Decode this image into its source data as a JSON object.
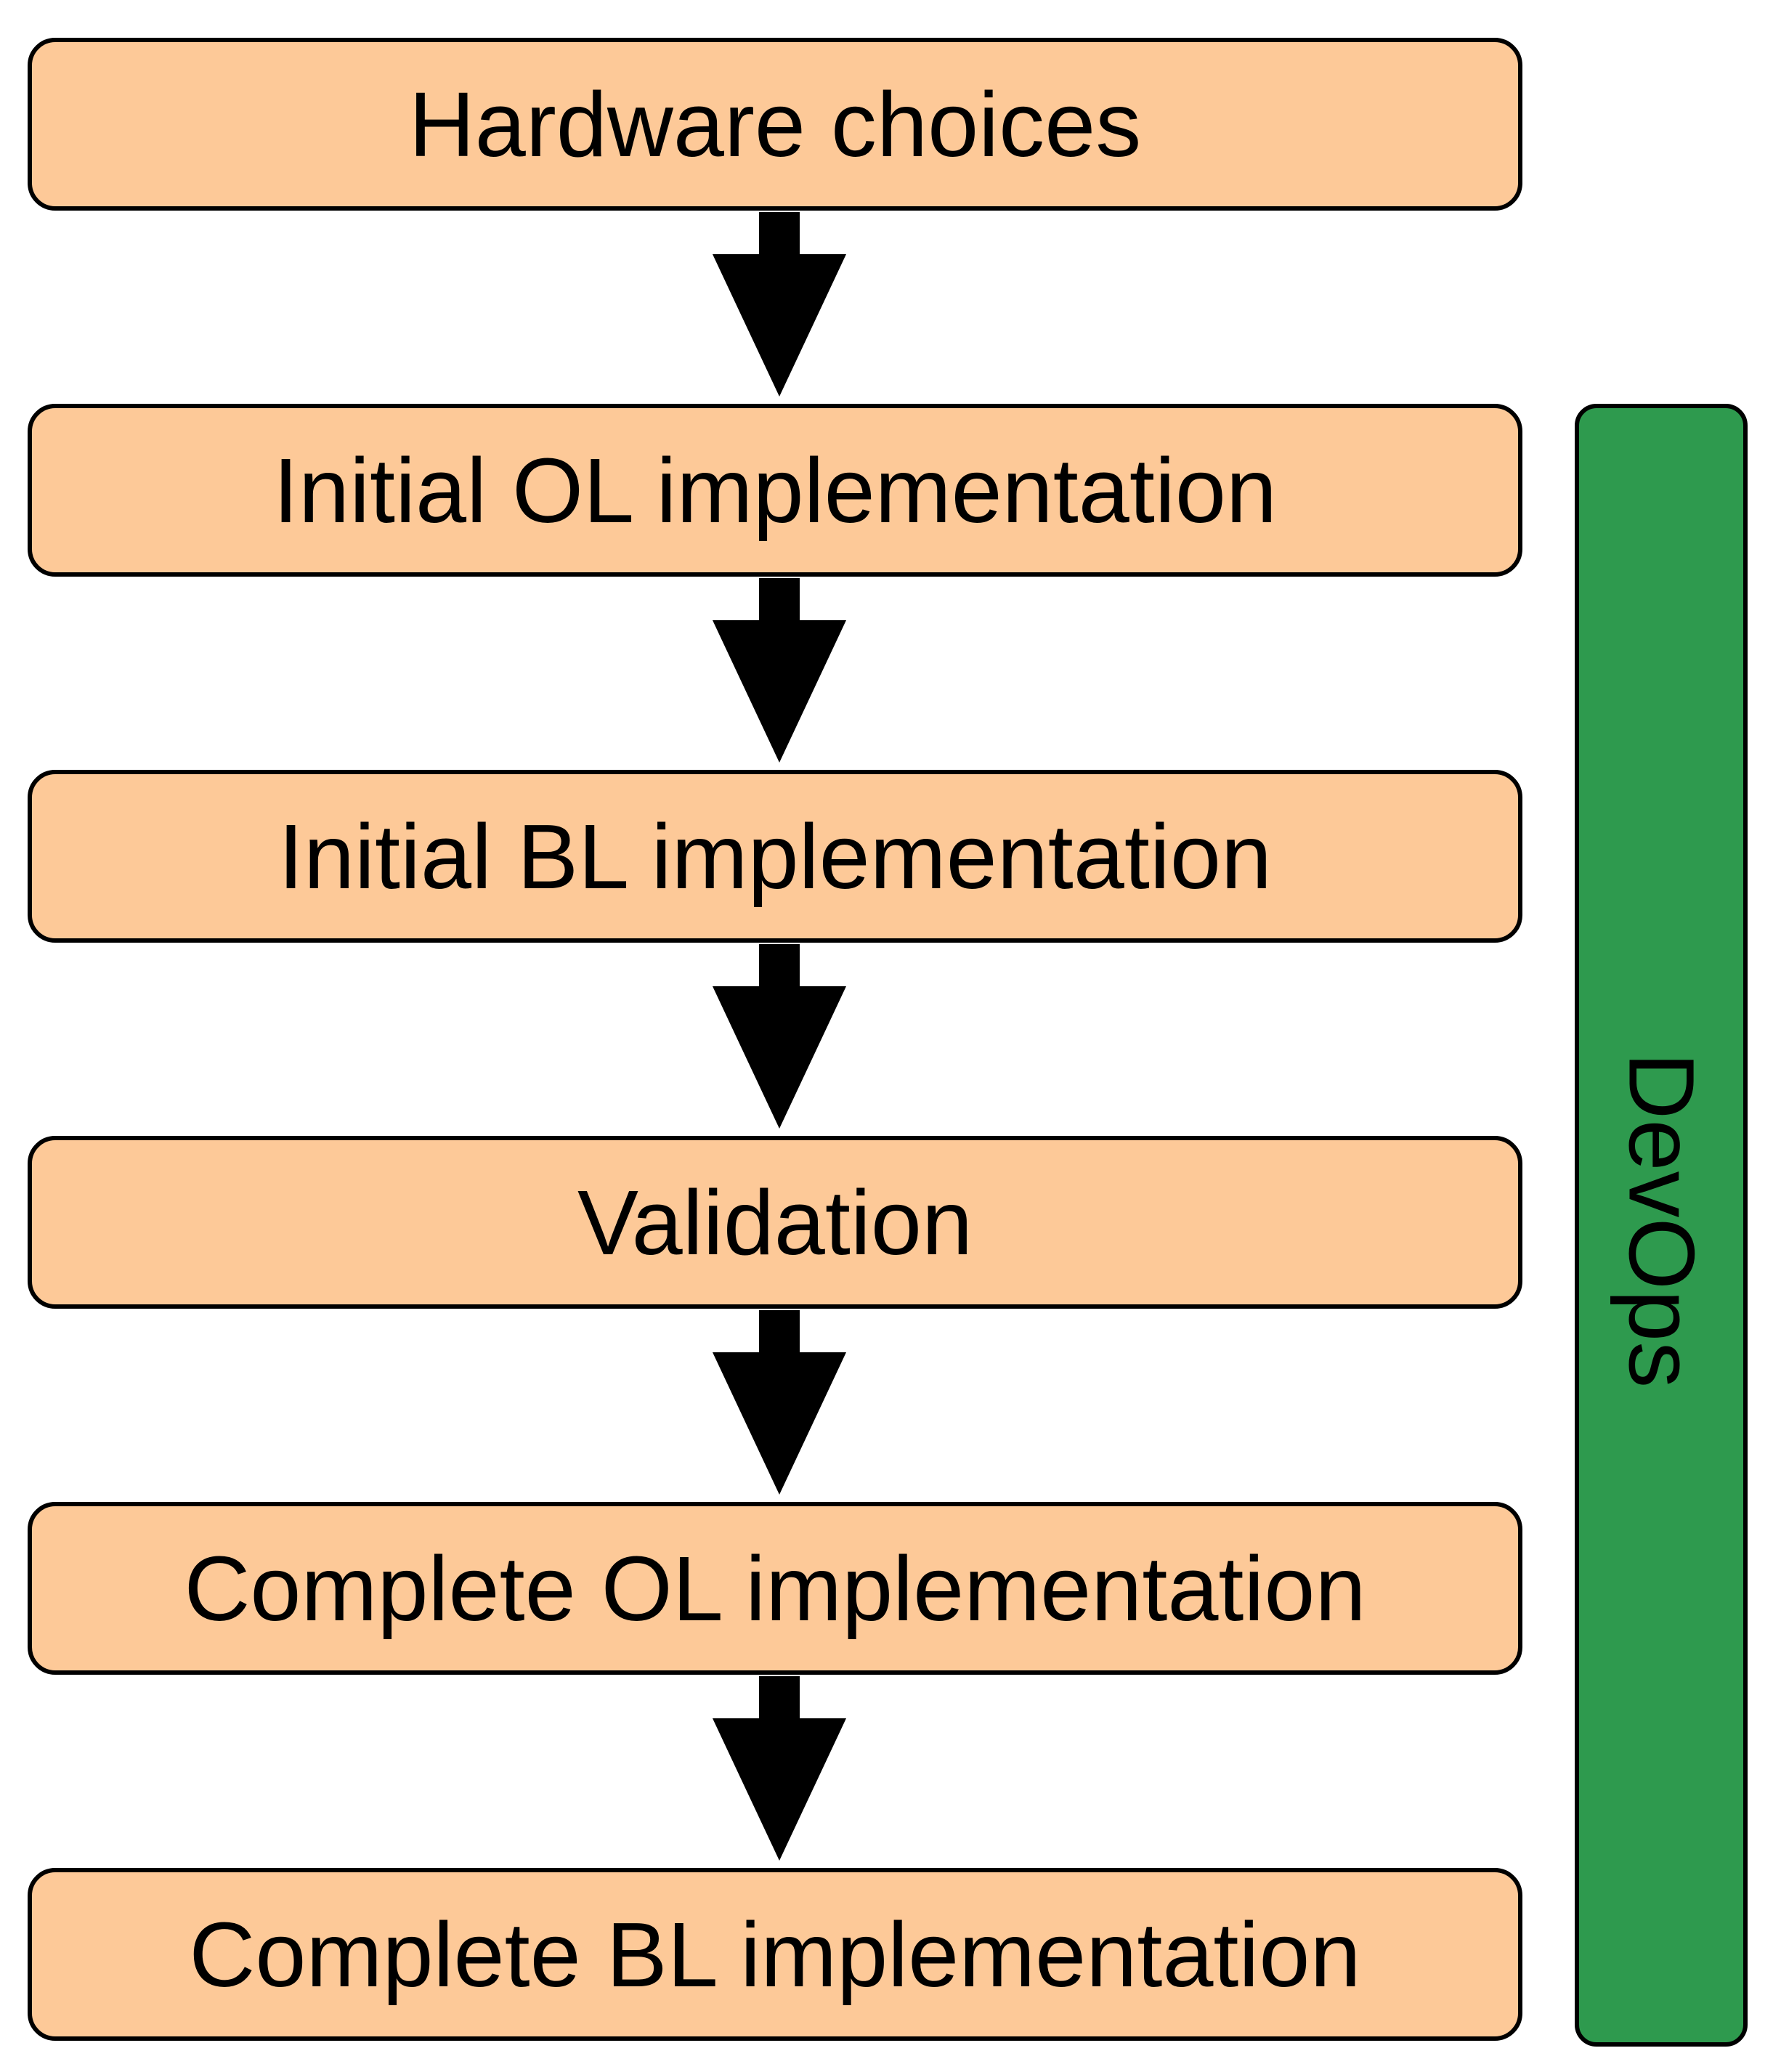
{
  "diagram": {
    "steps": [
      {
        "label": "Hardware choices"
      },
      {
        "label": "Initial OL implementation"
      },
      {
        "label": "Initial BL implementation"
      },
      {
        "label": "Validation"
      },
      {
        "label": "Complete OL implementation"
      },
      {
        "label": "Complete BL implementation"
      }
    ],
    "devops": {
      "label": "DevOps"
    }
  },
  "colors": {
    "step_fill": "#FDC998",
    "devops_fill": "#2E9A4E",
    "arrow": "#000000"
  }
}
